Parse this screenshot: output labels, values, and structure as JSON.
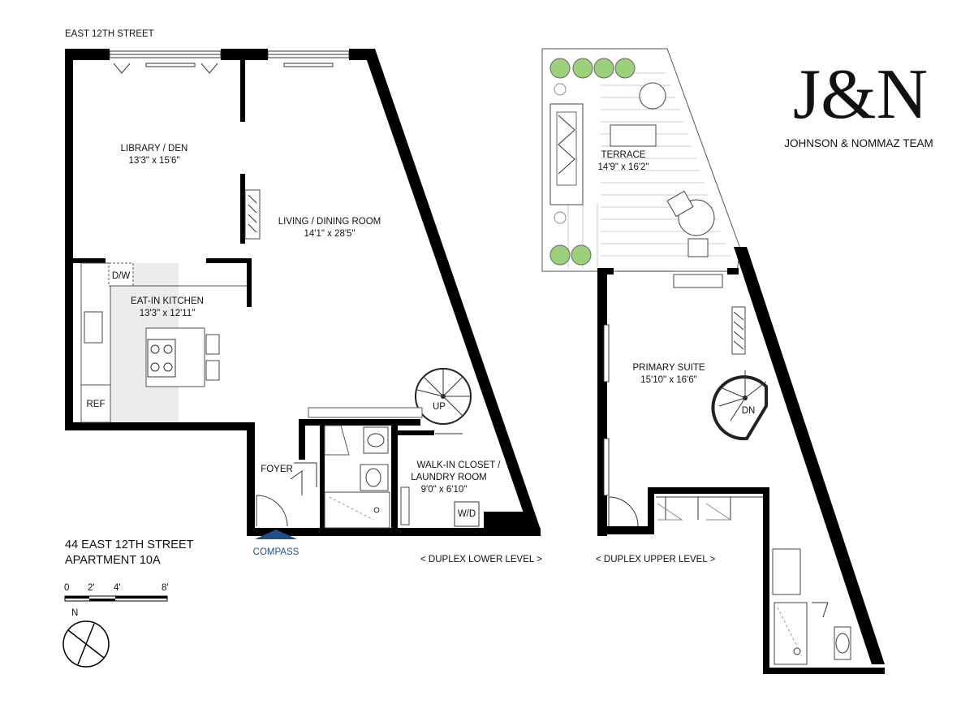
{
  "street_label": "EAST 12TH STREET",
  "address": {
    "line1": "44 EAST 12TH STREET",
    "line2": "APARTMENT 10A"
  },
  "compass_label": "COMPASS",
  "scale": {
    "ticks": [
      "0",
      "2'",
      "4'",
      "8'"
    ]
  },
  "north_label": "N",
  "levels": {
    "lower": "< DUPLEX LOWER LEVEL >",
    "upper": "< DUPLEX UPPER LEVEL >"
  },
  "logo": {
    "mark": "J&N",
    "team": "JOHNSON & NOMMAZ TEAM"
  },
  "rooms": {
    "library": {
      "name": "LIBRARY / DEN",
      "dims": "13'3\" x 15'6\""
    },
    "living": {
      "name": "LIVING / DINING ROOM",
      "dims": "14'1\" x 28'5\""
    },
    "kitchen": {
      "name": "EAT-IN KITCHEN",
      "dims": "13'3\" x 12'11\""
    },
    "closet": {
      "name1": "WALK-IN CLOSET /",
      "name2": "LAUNDRY ROOM",
      "dims": "9'0\" x 6'10\""
    },
    "terrace": {
      "name": "TERRACE",
      "dims": "14'9\" x 16'2\""
    },
    "suite": {
      "name": "PRIMARY SUITE",
      "dims": "15'10\" x 16'6\""
    }
  },
  "fixtures": {
    "dw": "D/W",
    "ref": "REF",
    "foyer": "FOYER",
    "wd": "W/D",
    "up": "UP",
    "dn": "DN"
  },
  "colors": {
    "kitchen_shade": "#ececec",
    "compass_blue": "#1f4e8c",
    "wall": "#000000",
    "plant_green": "#9bd17a"
  }
}
